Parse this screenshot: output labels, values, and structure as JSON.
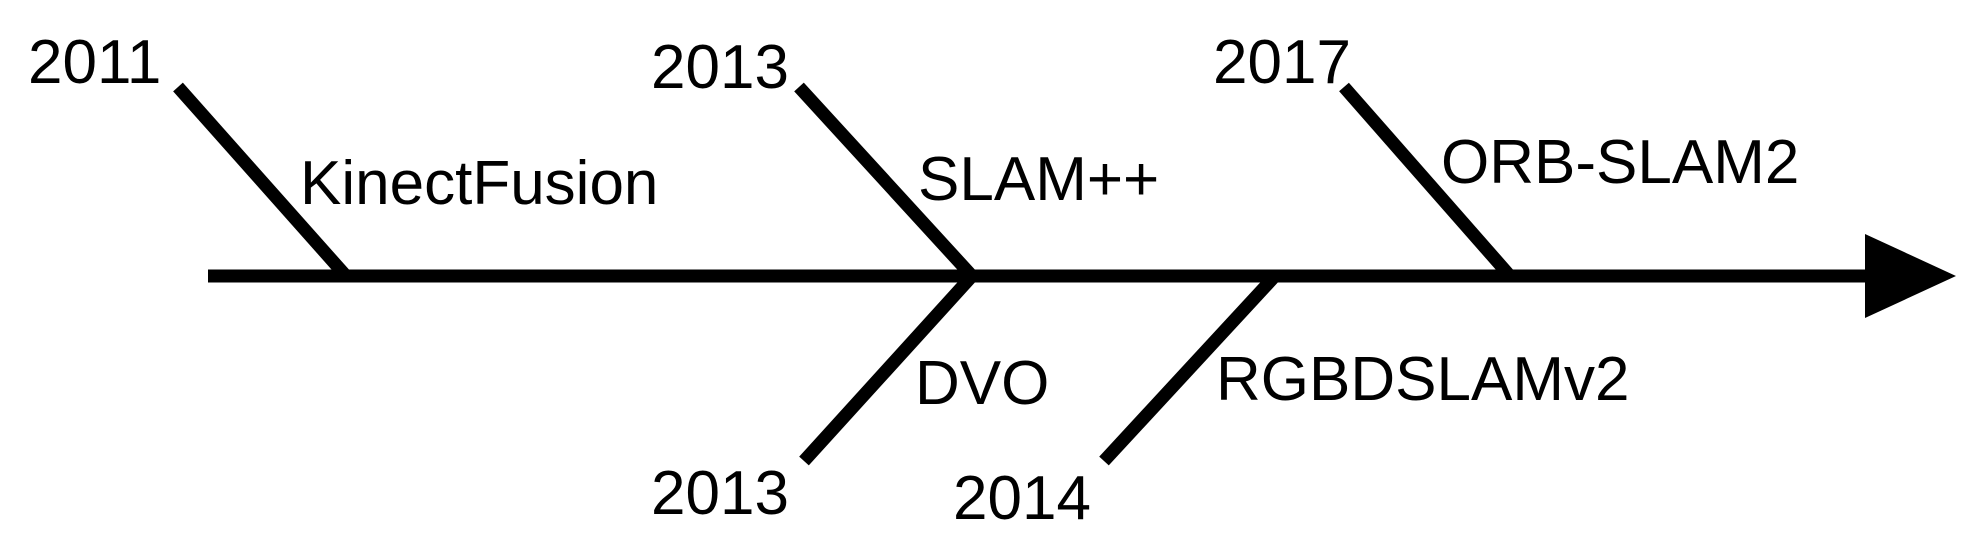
{
  "colors": {
    "stroke": "#000000",
    "background": "#ffffff"
  },
  "events": [
    {
      "year": "2011",
      "name": "KinectFusion",
      "side": "above"
    },
    {
      "year": "2013",
      "name": "SLAM++",
      "side": "above"
    },
    {
      "year": "2017",
      "name": "ORB-SLAM2",
      "side": "above"
    },
    {
      "year": "2013",
      "name": "DVO",
      "side": "below"
    },
    {
      "year": "2014",
      "name": "RGBDSLAMv2",
      "side": "below"
    }
  ]
}
